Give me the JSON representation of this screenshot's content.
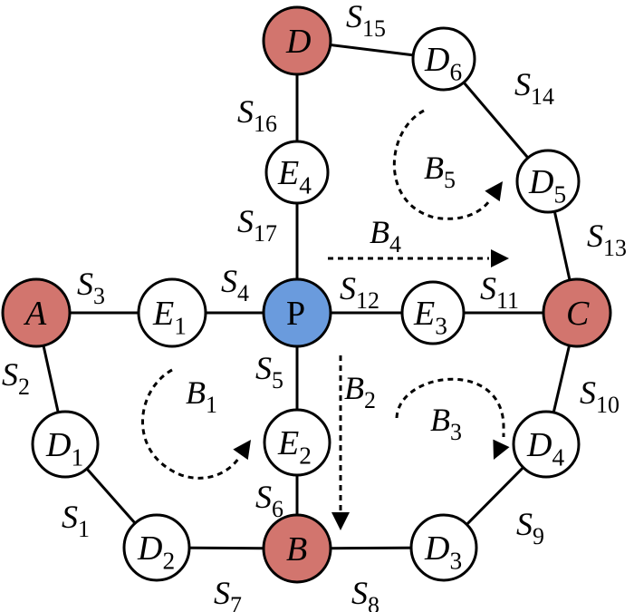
{
  "colors": {
    "terminal_node": "#D2756E",
    "center_node": "#6A9BDD",
    "plain_node": "#FFFFFF",
    "stroke": "#000000"
  },
  "nodes": [
    {
      "id": "D",
      "main": "D",
      "sub": "",
      "kind": "terminal"
    },
    {
      "id": "D6",
      "main": "D",
      "sub": "6",
      "kind": "plain"
    },
    {
      "id": "D5",
      "main": "D",
      "sub": "5",
      "kind": "plain"
    },
    {
      "id": "E4",
      "main": "E",
      "sub": "4",
      "kind": "plain"
    },
    {
      "id": "A",
      "main": "A",
      "sub": "",
      "kind": "terminal"
    },
    {
      "id": "E1",
      "main": "E",
      "sub": "1",
      "kind": "plain"
    },
    {
      "id": "P",
      "main": "P",
      "sub": "",
      "kind": "center"
    },
    {
      "id": "E3",
      "main": "E",
      "sub": "3",
      "kind": "plain"
    },
    {
      "id": "C",
      "main": "C",
      "sub": "",
      "kind": "terminal"
    },
    {
      "id": "E2",
      "main": "E",
      "sub": "2",
      "kind": "plain"
    },
    {
      "id": "D1",
      "main": "D",
      "sub": "1",
      "kind": "plain"
    },
    {
      "id": "D2",
      "main": "D",
      "sub": "2",
      "kind": "plain"
    },
    {
      "id": "B",
      "main": "B",
      "sub": "",
      "kind": "terminal"
    },
    {
      "id": "D3",
      "main": "D",
      "sub": "3",
      "kind": "plain"
    },
    {
      "id": "D4",
      "main": "D",
      "sub": "4",
      "kind": "plain"
    }
  ],
  "edges": [
    {
      "from": "D2",
      "to": "D1",
      "main": "S",
      "sub": "1"
    },
    {
      "from": "D1",
      "to": "A",
      "main": "S",
      "sub": "2"
    },
    {
      "from": "A",
      "to": "E1",
      "main": "S",
      "sub": "3"
    },
    {
      "from": "E1",
      "to": "P",
      "main": "S",
      "sub": "4"
    },
    {
      "from": "P",
      "to": "E2",
      "main": "S",
      "sub": "5"
    },
    {
      "from": "E2",
      "to": "B",
      "main": "S",
      "sub": "6"
    },
    {
      "from": "D2",
      "to": "B",
      "main": "S",
      "sub": "7"
    },
    {
      "from": "B",
      "to": "D3",
      "main": "S",
      "sub": "8"
    },
    {
      "from": "D3",
      "to": "D4",
      "main": "S",
      "sub": "9"
    },
    {
      "from": "D4",
      "to": "C",
      "main": "S",
      "sub": "10"
    },
    {
      "from": "E3",
      "to": "C",
      "main": "S",
      "sub": "11"
    },
    {
      "from": "P",
      "to": "E3",
      "main": "S",
      "sub": "12"
    },
    {
      "from": "C",
      "to": "D5",
      "main": "S",
      "sub": "13"
    },
    {
      "from": "D5",
      "to": "D6",
      "main": "S",
      "sub": "14"
    },
    {
      "from": "D",
      "to": "D6",
      "main": "S",
      "sub": "15"
    },
    {
      "from": "D",
      "to": "E4",
      "main": "S",
      "sub": "16"
    },
    {
      "from": "E4",
      "to": "P",
      "main": "S",
      "sub": "17"
    }
  ],
  "flows": [
    {
      "id": "B1",
      "main": "B",
      "sub": "1",
      "style": "curved-arrow"
    },
    {
      "id": "B2",
      "main": "B",
      "sub": "2",
      "style": "straight-arrow-down"
    },
    {
      "id": "B3",
      "main": "B",
      "sub": "3",
      "style": "curved-arrow"
    },
    {
      "id": "B4",
      "main": "B",
      "sub": "4",
      "style": "straight-arrow-right"
    },
    {
      "id": "B5",
      "main": "B",
      "sub": "5",
      "style": "curved-arrow"
    }
  ]
}
